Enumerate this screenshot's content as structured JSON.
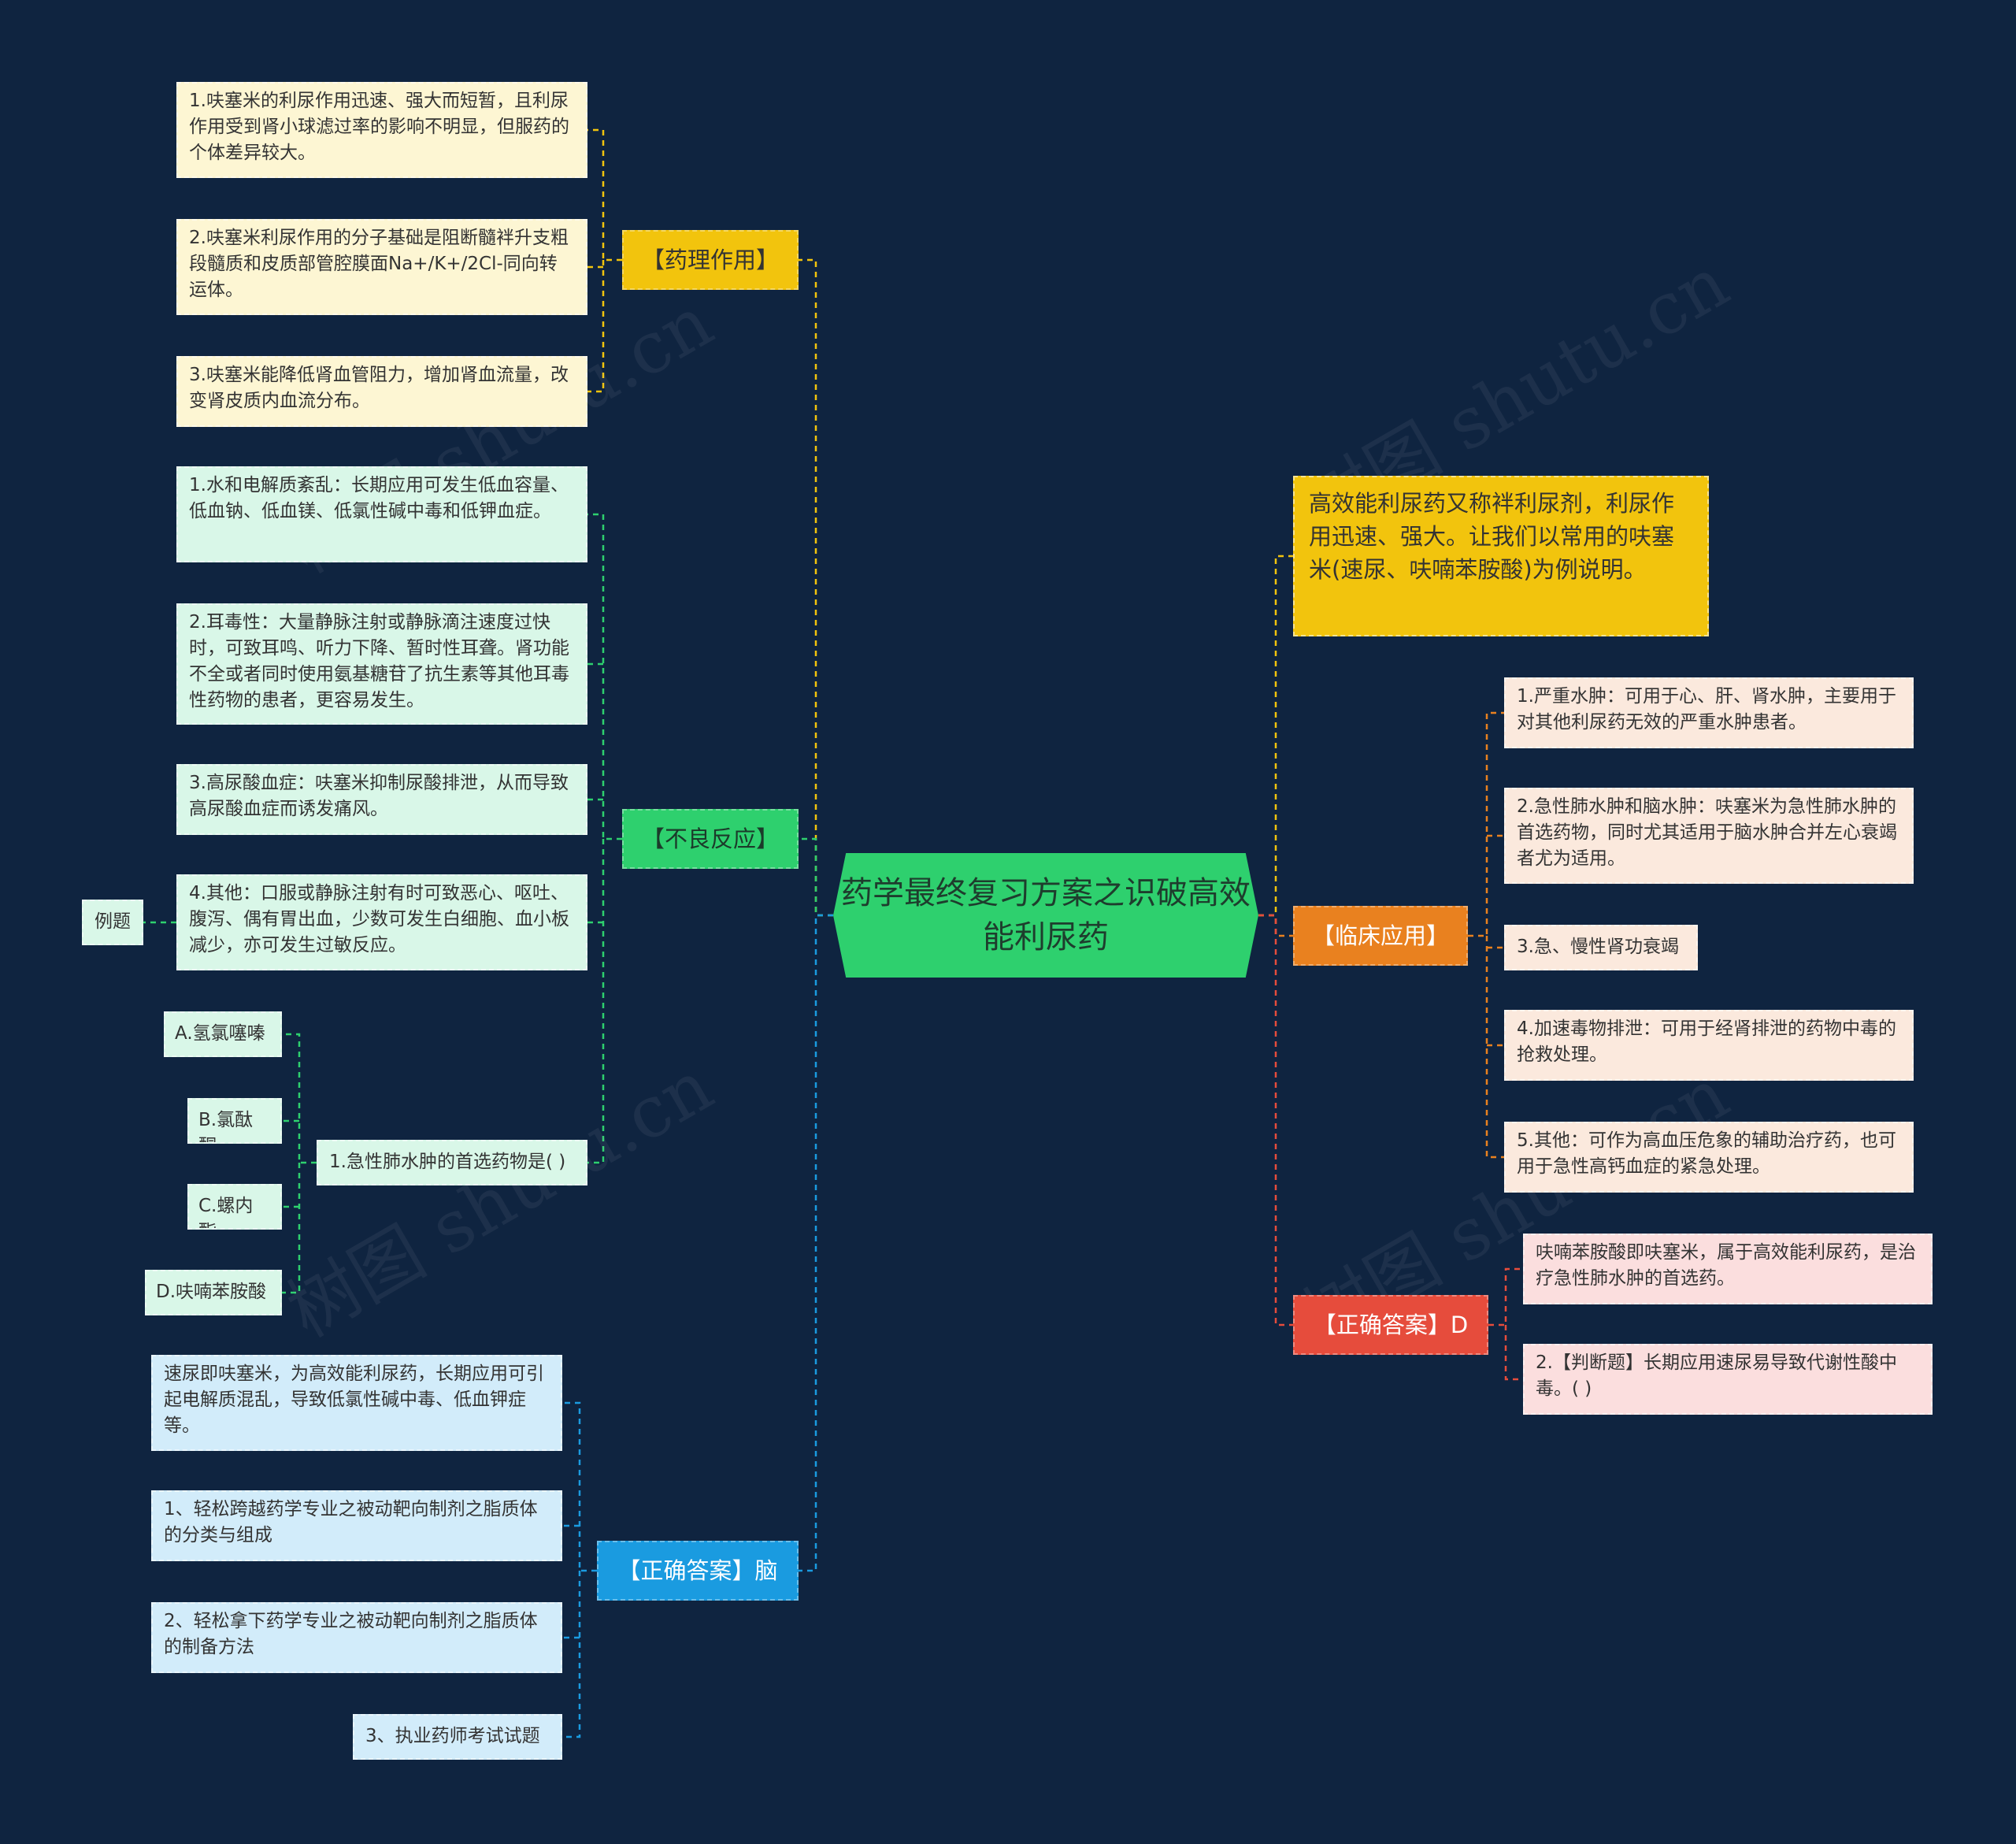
{
  "center": "药学最终复习方案之识破高效能利尿药",
  "watermark": "树图 shutu.cn",
  "branches": {
    "pharmacology": "【药理作用】",
    "adverse": "【不良反应】",
    "answer_left": "【正确答案】脑",
    "clinical": "【临床应用】",
    "answer_right": "【正确答案】D"
  },
  "intro": "高效能利尿药又称袢利尿剂，利尿作用迅速、强大。让我们以常用的呋塞米(速尿、呋喃苯胺酸)为例说明。",
  "pharmacology_items": [
    "1.呋塞米的利尿作用迅速、强大而短暂，且利尿作用受到肾小球滤过率的影响不明显，但服药的个体差异较大。",
    "2.呋塞米利尿作用的分子基础是阻断髓袢升支粗段髓质和皮质部管腔膜面Na+/K+/2Cl-同向转运体。",
    "3.呋塞米能降低肾血管阻力，增加肾血流量，改变肾皮质内血流分布。"
  ],
  "adverse_items": [
    "1.水和电解质紊乱：长期应用可发生低血容量、低血钠、低血镁、低氯性碱中毒和低钾血症。",
    "2.耳毒性：大量静脉注射或静脉滴注速度过快时，可致耳鸣、听力下降、暂时性耳聋。肾功能不全或者同时使用氨基糖苷了抗生素等其他耳毒性药物的患者，更容易发生。",
    "3.高尿酸血症：呋塞米抑制尿酸排泄，从而导致高尿酸血症而诱发痛风。",
    "4.其他：口服或静脉注射有时可致恶心、呕吐、腹泻、偶有胃出血，少数可发生白细胞、血小板减少，亦可发生过敏反应。"
  ],
  "example_label": "例题",
  "question": "1.急性肺水肿的首选药物是( )",
  "options": [
    "A.氢氯噻嗪",
    "B.氯酞酮",
    "C.螺内酯",
    "D.呋喃苯胺酸"
  ],
  "answer_left_items": [
    "速尿即呋塞米，为高效能利尿药，长期应用可引起电解质混乱，导致低氯性碱中毒、低血钾症等。",
    "1、轻松跨越药学专业之被动靶向制剂之脂质体的分类与组成",
    "2、轻松拿下药学专业之被动靶向制剂之脂质体的制备方法",
    "3、执业药师考试试题"
  ],
  "clinical_items": [
    "1.严重水肿：可用于心、肝、肾水肿，主要用于对其他利尿药无效的严重水肿患者。",
    "2.急性肺水肿和脑水肿：呋塞米为急性肺水肿的首选药物，同时尤其适用于脑水肿合并左心衰竭者尤为适用。",
    "3.急、慢性肾功衰竭",
    "4.加速毒物排泄：可用于经肾排泄的药物中毒的抢救处理。",
    "5.其他：可作为高血压危象的辅助治疗药，也可用于急性高钙血症的紧急处理。"
  ],
  "answer_right_items": [
    "呋喃苯胺酸即呋塞米，属于高效能利尿药，是治疗急性肺水肿的首选药。",
    "2.【判断题】长期应用速尿易导致代谢性酸中毒。( )"
  ],
  "colors": {
    "background": "#0f2440",
    "yellow": "#f2c40d",
    "green": "#2ed06e",
    "orange": "#e9811f",
    "red": "#e64c3c",
    "blue": "#1a9be0"
  }
}
